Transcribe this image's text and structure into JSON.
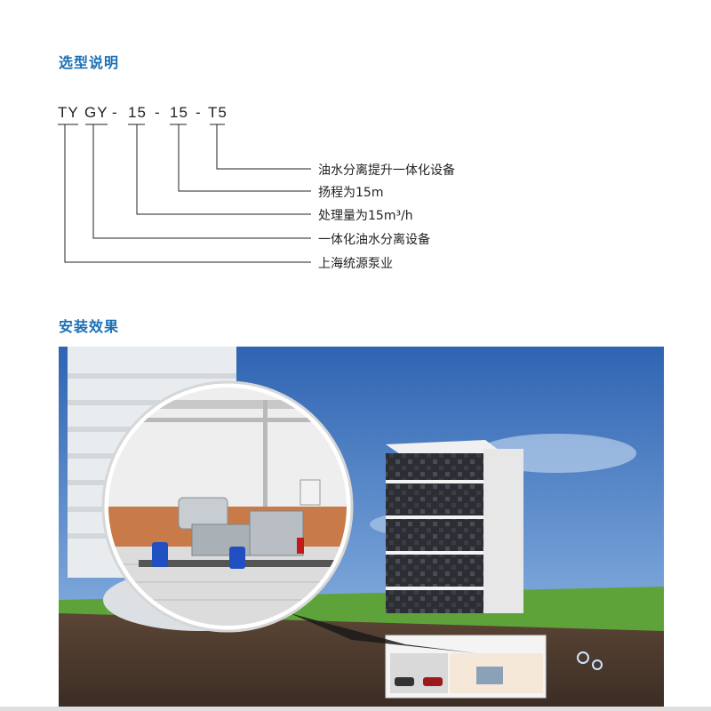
{
  "section1": {
    "title": "选型说明"
  },
  "model_code": {
    "parts": [
      "TY",
      "GY",
      "-",
      "15",
      "-",
      "15",
      "-",
      "T5"
    ]
  },
  "descriptions": [
    "油水分离提升一体化设备",
    "扬程为15m",
    "处理量为15m³/h",
    "一体化油水分离设备",
    "上海统源泵业"
  ],
  "section2": {
    "title": "安装效果"
  },
  "colors": {
    "heading": "#1a6fb5",
    "sky": "#3f78c4",
    "grass": "#5ea33a",
    "soil": "#4a3a2e"
  }
}
